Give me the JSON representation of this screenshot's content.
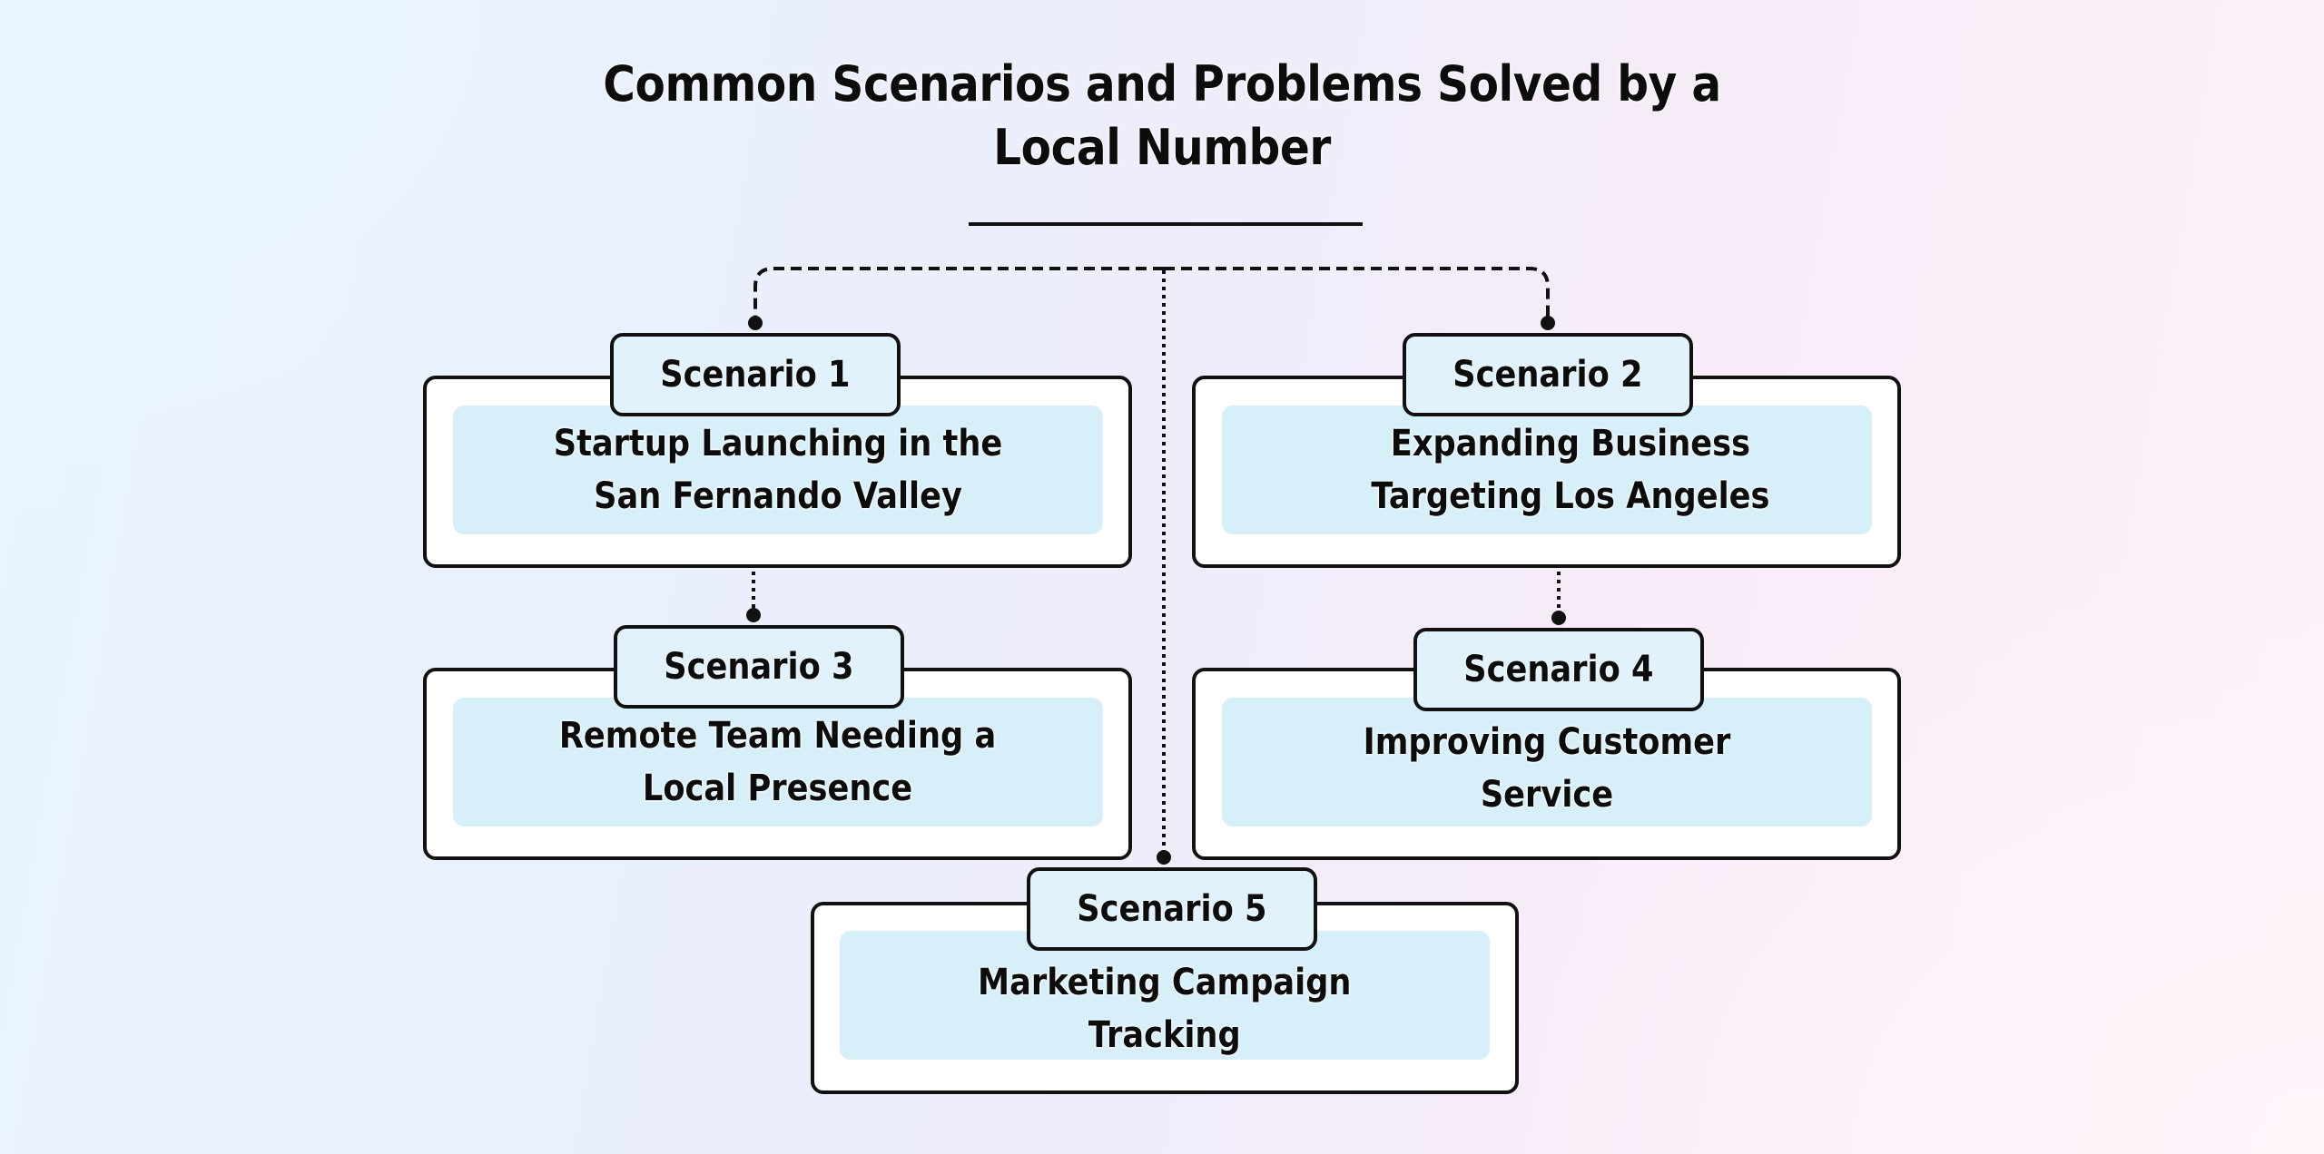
{
  "title": "Common Scenarios and Problems Solved by a\nLocal Number",
  "colors": {
    "line": "#111111",
    "card_fill": "#ffffff",
    "panel_fill": "#d7eff9",
    "label_fill": "#e2f2fc",
    "text": "#0c0c0c"
  },
  "scenarios": [
    {
      "label": "Scenario 1",
      "description": "Startup Launching in the\nSan Fernando Valley"
    },
    {
      "label": "Scenario 2",
      "description": "Expanding Business\nTargeting Los Angeles"
    },
    {
      "label": "Scenario 3",
      "description": "Remote Team Needing a\nLocal Presence"
    },
    {
      "label": "Scenario 4",
      "description": "Improving Customer\nService"
    },
    {
      "label": "Scenario 5",
      "description": "Marketing Campaign\nTracking"
    }
  ],
  "connections": [
    {
      "from": "root",
      "to": "Scenario 1",
      "style": "dashed"
    },
    {
      "from": "root",
      "to": "Scenario 2",
      "style": "dashed"
    },
    {
      "from": "root",
      "to": "Scenario 5",
      "style": "dotted"
    },
    {
      "from": "Scenario 1",
      "to": "Scenario 3",
      "style": "dotted"
    },
    {
      "from": "Scenario 2",
      "to": "Scenario 4",
      "style": "dotted"
    }
  ]
}
